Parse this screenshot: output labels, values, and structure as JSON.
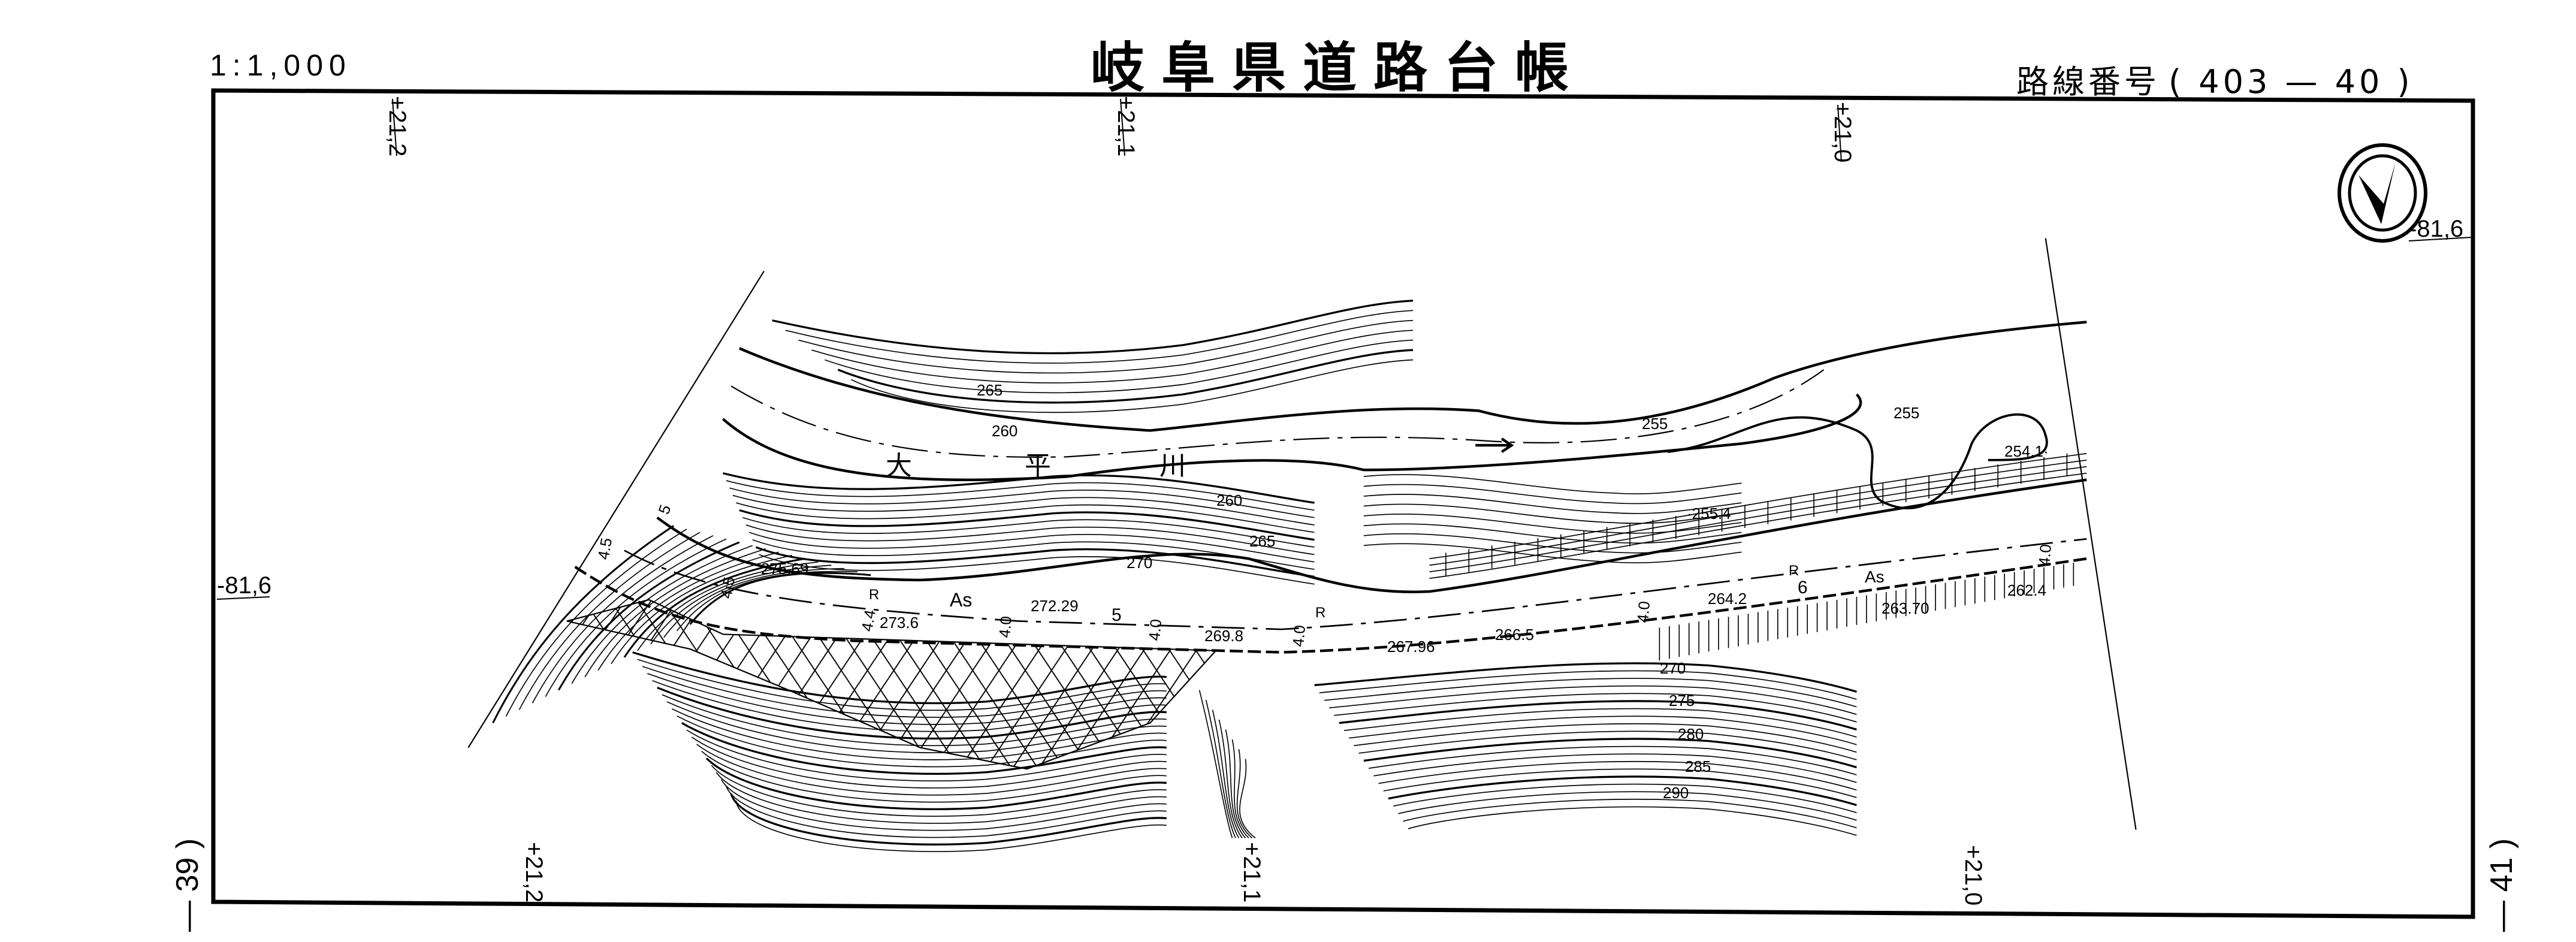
{
  "header": {
    "scale": "1:1,000",
    "title": "岐阜県道路台帳",
    "route_label": "路線番号",
    "route_number": "( 403 — 40 )"
  },
  "grid": {
    "top": [
      "+21,2",
      "+21,1",
      "+21,0"
    ],
    "bottom": [
      "+21,2",
      "+21,1",
      "+21,0"
    ],
    "left": "-81,6",
    "right": "-81,6"
  },
  "sheet": {
    "prev": "— 39 )",
    "next": "— 41 )"
  },
  "river": {
    "name_chars": [
      "大",
      "平",
      "川"
    ]
  },
  "labels": {
    "c265_top": "265",
    "c260_top": "260",
    "c260_mid": "260",
    "c265_mid": "265",
    "c270_mid": "270",
    "c255_a": "255",
    "c255_b": "255",
    "c270_low": "270",
    "c275_low": "275",
    "c280_low": "280",
    "c285_low": "285",
    "c290_low": "290",
    "h275_69": "275.69",
    "h272_29": "272.29",
    "h273_6": "273.6",
    "h269_8": "269.8",
    "h267_96": "267.96",
    "h266_5": "266.5",
    "h264_2": "264.2",
    "h263_70": "263.70",
    "h262_4": "262.4",
    "h255_4": "·255.4",
    "h254_1": "254.1·",
    "surface_1": "As",
    "surface_2": "As",
    "km_5": "5",
    "km_6": "6",
    "r_1": "R",
    "r_2": "R",
    "r_3": "R",
    "w_45a": "4.5",
    "w_45b": "4.5",
    "w_44": "4.4",
    "w_40a": "4.0",
    "w_40b": "4.0",
    "w_40c": "4.0",
    "w_40d": "4.0",
    "w_40e": "4.0",
    "w_5": "5"
  },
  "colors": {
    "ink": "#000000",
    "paper": "#ffffff"
  }
}
